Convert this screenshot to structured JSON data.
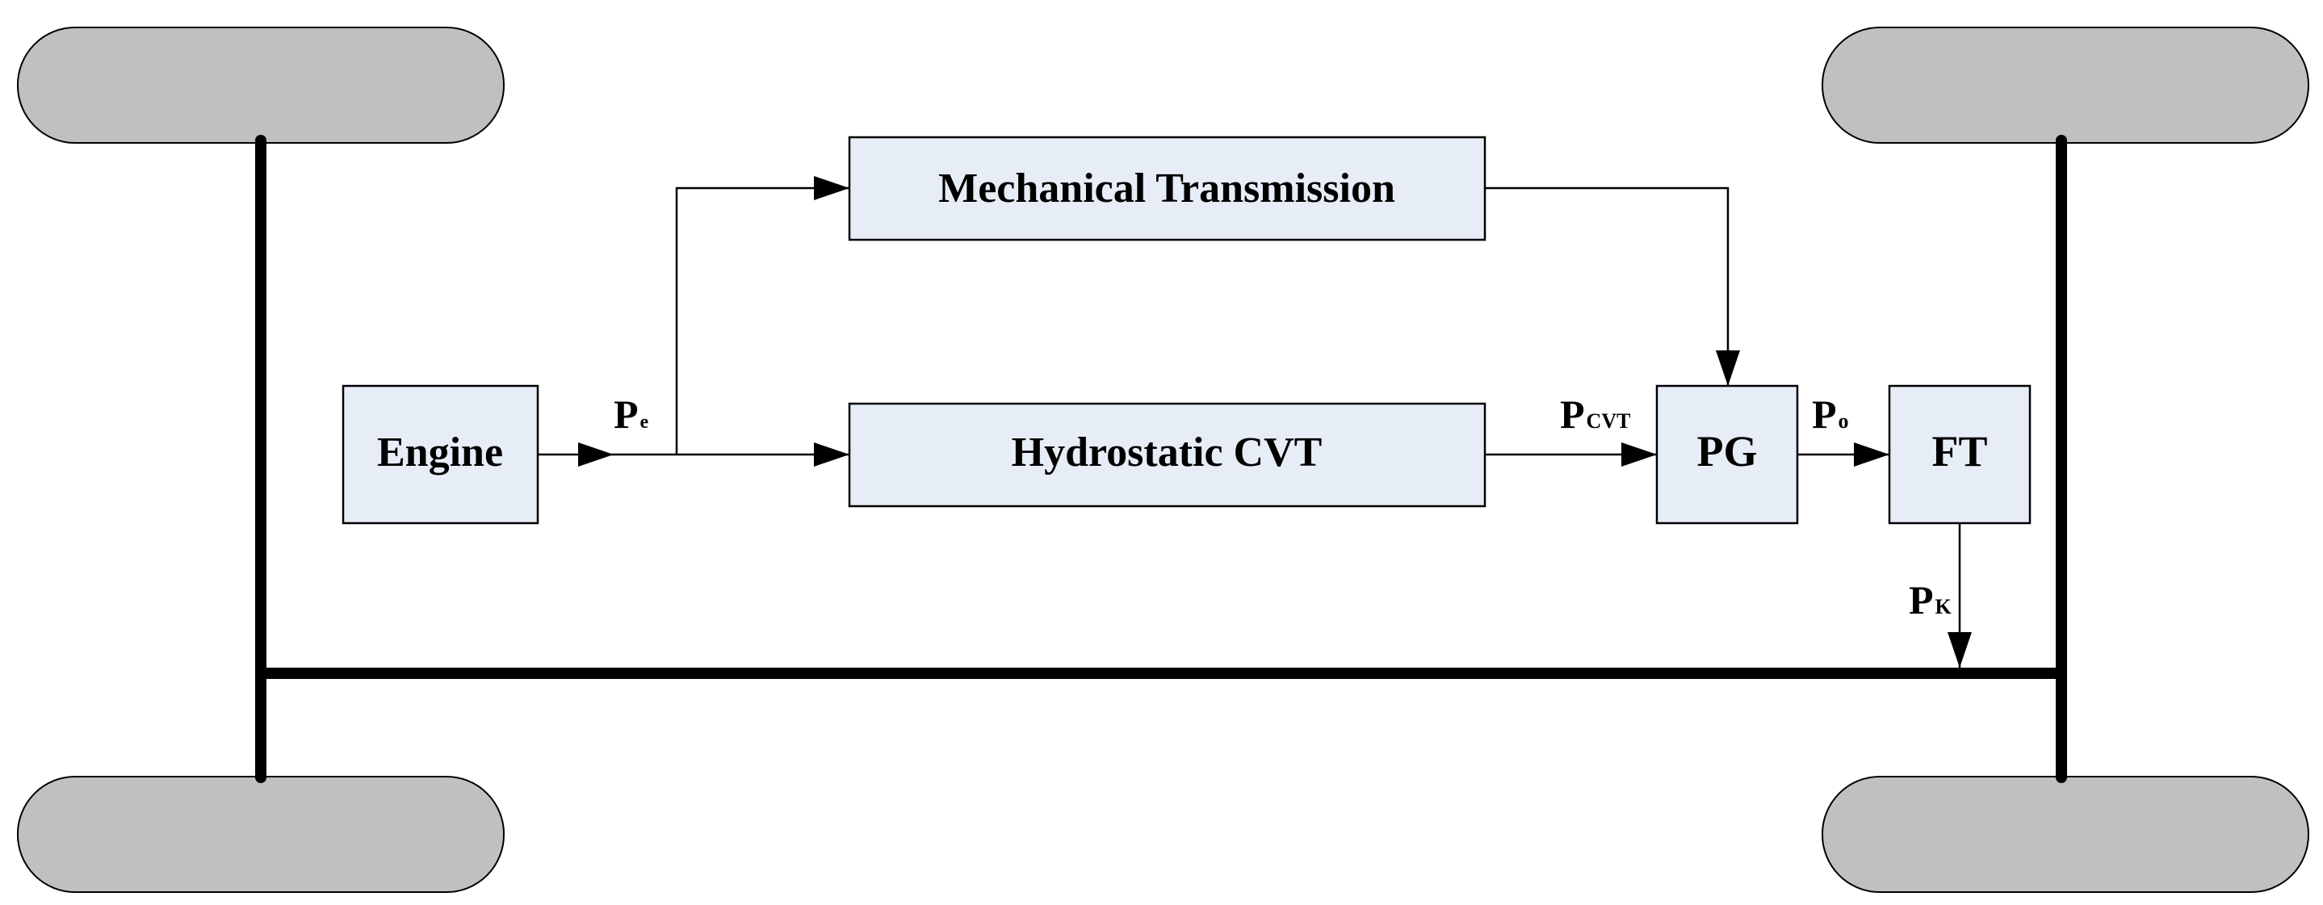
{
  "diagram": {
    "blocks": {
      "engine": "Engine",
      "mechanical": "Mechanical Transmission",
      "hydrostatic": "Hydrostatic CVT",
      "pg": "PG",
      "ft": "FT"
    },
    "signals": {
      "pe": {
        "main": "P",
        "sub": "e"
      },
      "pcvt": {
        "main": "P",
        "sub": "CVT"
      },
      "po": {
        "main": "P",
        "sub": "o"
      },
      "pk": {
        "main": "P",
        "sub": "K"
      }
    },
    "colors": {
      "block_fill": "#e7edf7",
      "wheel_fill": "#c0c0c0",
      "line": "#000000"
    }
  }
}
